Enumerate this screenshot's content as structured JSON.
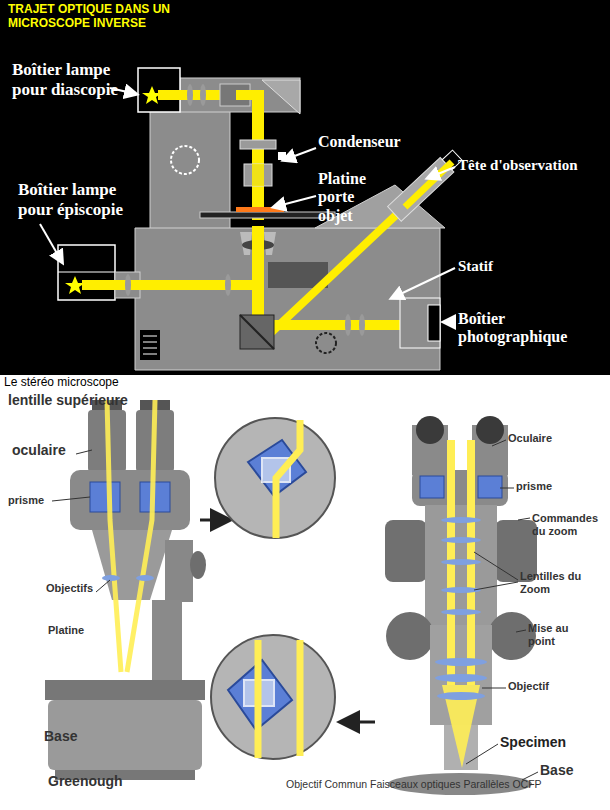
{
  "diagram": {
    "title": "TRAJET OPTIQUE DANS UN MICROSCOPE INVERSE",
    "labels": [
      "Boîtier lampe pour diascopie",
      "Condenseur",
      "Platine porte objet",
      "Tête d'observation",
      "Boîtier lampe pour épiscopie",
      "Statif",
      "Boîtier photographique",
      "Le stéréo microscope",
      "lentille supérieure",
      "oculaire",
      "prisme",
      "Objectifs",
      "Platine",
      "Base",
      "Greenough",
      "Oculaire",
      "prisme",
      "Commandes du zoom",
      "Lentilles du Zoom",
      "Mise au point",
      "Objectif",
      "Specimen",
      "Base",
      "Objectif Commun Faisceaux optiques Parallèles OCFP"
    ]
  }
}
